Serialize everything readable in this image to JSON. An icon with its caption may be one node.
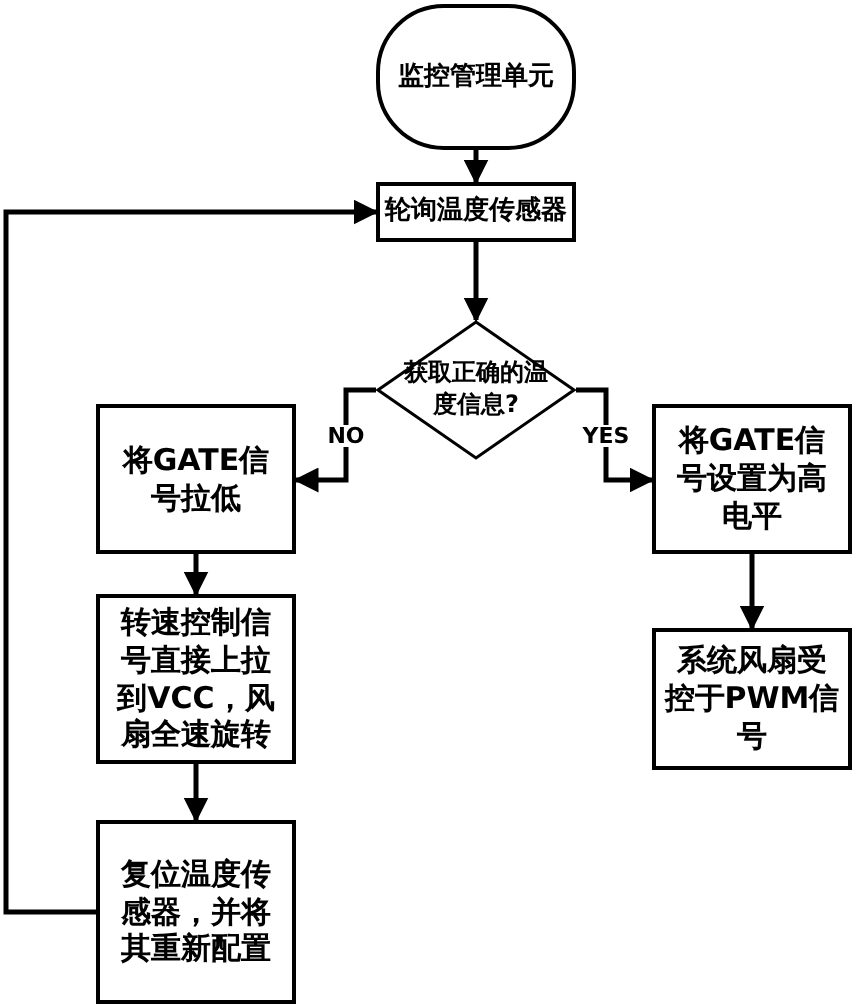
{
  "diagram": {
    "nodes": [
      {
        "text": [
          "监控管理单元"
        ]
      },
      {
        "text": [
          "轮询温度传感器"
        ]
      },
      {
        "text": [
          "获取正确的温度信息?"
        ]
      },
      {
        "text": [
          "将GATE信号拉低"
        ]
      },
      {
        "text": [
          "转速控制信号直接上拉到VCC，风扇全速旋转"
        ]
      },
      {
        "text": [
          "复位温度传感器，并将其重新配置"
        ]
      },
      {
        "text": [
          "将GATE信号设置为高电平"
        ]
      },
      {
        "text": [
          "系统风扇受控于PWM信号"
        ]
      }
    ],
    "edges": [
      {
        "from": 0,
        "to": 1,
        "arrow": "to"
      },
      {
        "from": 1,
        "to": 2,
        "arrow": "to"
      },
      {
        "from": 2,
        "to": 3,
        "arrow": "to",
        "label": "NO"
      },
      {
        "from": 2,
        "to": 6,
        "arrow": "to",
        "label": "YES"
      },
      {
        "from": 3,
        "to": 4,
        "arrow": "to"
      },
      {
        "from": 4,
        "to": 5,
        "arrow": "to"
      },
      {
        "from": 5,
        "to": 1,
        "arrow": "to"
      },
      {
        "from": 6,
        "to": 7,
        "arrow": "to"
      }
    ]
  }
}
